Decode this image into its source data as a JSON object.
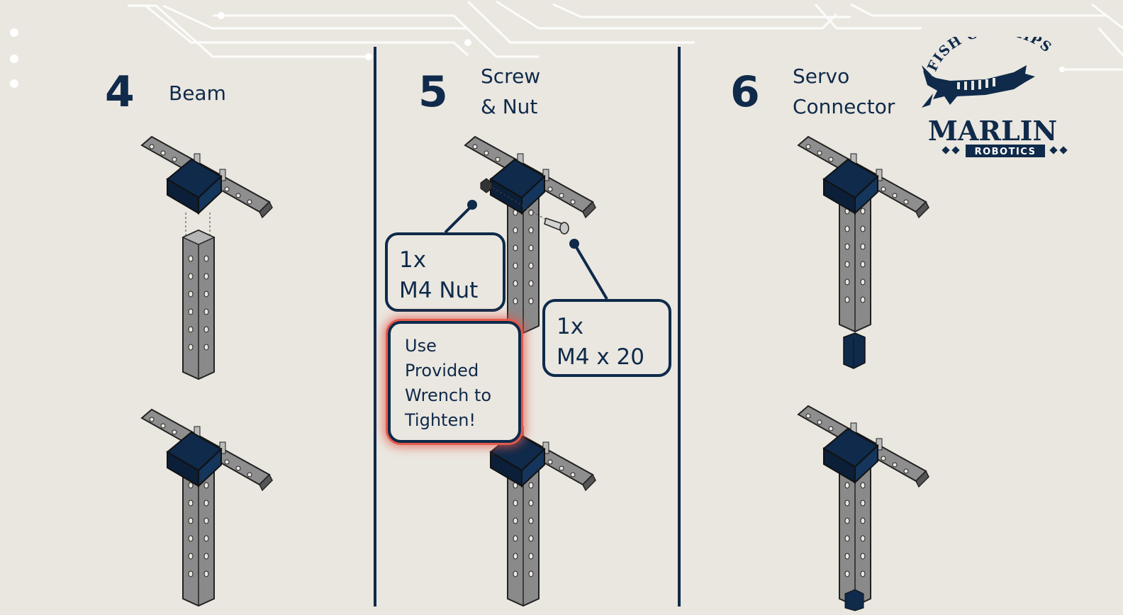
{
  "steps": [
    {
      "number": "4",
      "title": "Beam"
    },
    {
      "number": "5",
      "title": "Screw\n& Nut"
    },
    {
      "number": "6",
      "title": "Servo\nConnector"
    }
  ],
  "callouts": {
    "nut": [
      "1x",
      "M4 Nut"
    ],
    "screw": [
      "1x",
      "M4 x 20"
    ],
    "wrench": [
      "Use",
      "Provided",
      "Wrench to",
      "Tighten!"
    ]
  },
  "logo": {
    "arc_text": "FISH ON CHIPS",
    "name": "MARLIN",
    "subtitle": "ROBOTICS"
  },
  "colors": {
    "navy": "#0f2a4a",
    "background": "#eae7e0",
    "highlight": "#e35a4c",
    "metal": "#8a8a8a"
  }
}
